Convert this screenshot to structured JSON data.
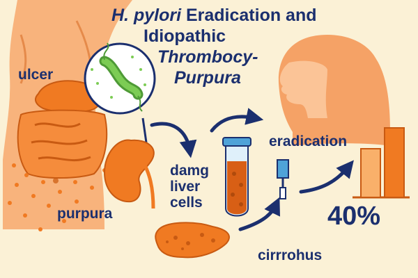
{
  "title": {
    "line1_italic": "H. pylori",
    "line1_rest": " Eradication and",
    "line2": "Idiopathic",
    "line3": "Thrombocy-",
    "line4": "Purpura"
  },
  "labels": {
    "ulcer": "ulcer",
    "purpura": "purpura",
    "damaged_cells_line1": "damg",
    "damaged_cells_line2": "liver",
    "damaged_cells_line3": "cells",
    "eradication": "eradication",
    "cirrhosis": "cirrrohus",
    "percent": "40%"
  },
  "chart_data": {
    "type": "bar",
    "categories": [
      "",
      ""
    ],
    "values": [
      0.7,
      1.0
    ],
    "title": "",
    "xlabel": "",
    "ylabel": ""
  },
  "colors": {
    "background": "#fbf1d6",
    "text_navy": "#1b2f6e",
    "orange": "#f07a22",
    "light_orange": "#f9b77a",
    "bacteria_green": "#6fbf4a",
    "probe_blue": "#4fa3d8"
  },
  "icons": [
    "body-torso-icon",
    "bacteria-icon",
    "kidney-icon",
    "woman-profile-icon",
    "test-tube-icon",
    "probe-icon",
    "liver-icon"
  ]
}
